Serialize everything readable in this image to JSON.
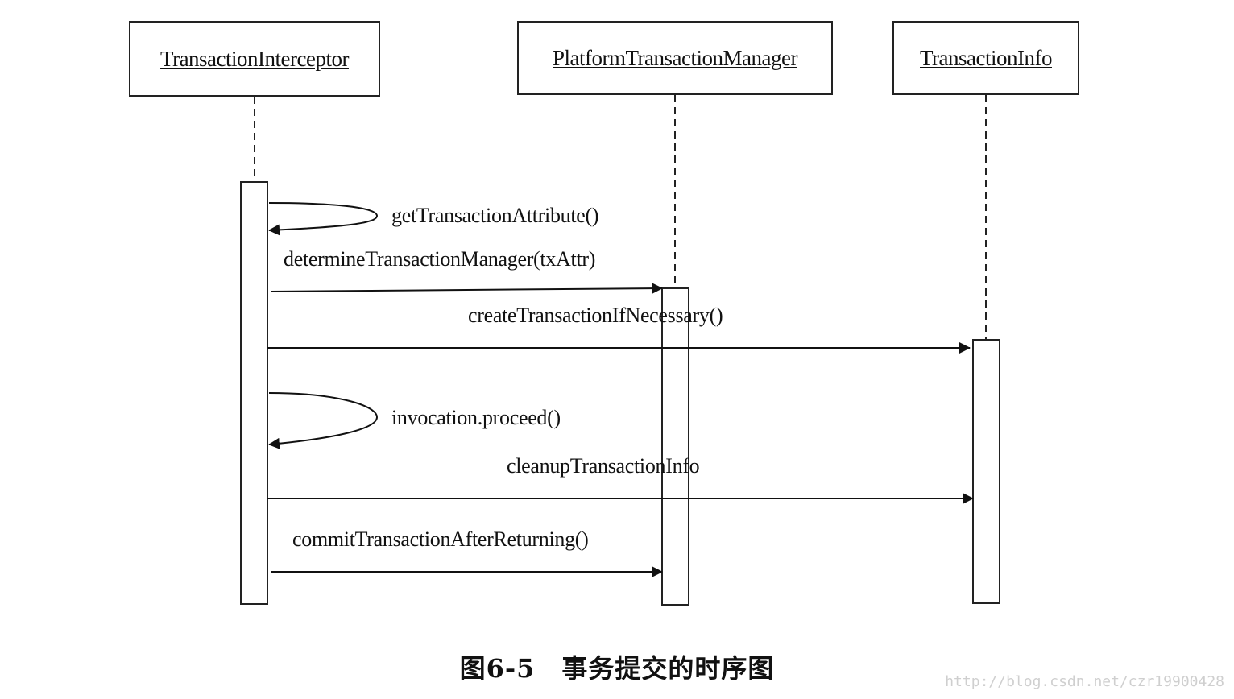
{
  "lifelines": [
    {
      "id": "interceptor",
      "name": "TransactionInterceptor"
    },
    {
      "id": "manager",
      "name": "PlatformTransactionManager"
    },
    {
      "id": "info",
      "name": "TransactionInfo"
    }
  ],
  "messages": [
    {
      "id": "m1",
      "label": "getTransactionAttribute()",
      "from": "interceptor",
      "to": "interceptor"
    },
    {
      "id": "m2",
      "label": "determineTransactionManager(txAttr)",
      "from": "interceptor",
      "to": "manager"
    },
    {
      "id": "m3",
      "label": "createTransactionIfNecessary()",
      "from": "interceptor",
      "to": "info"
    },
    {
      "id": "m4",
      "label": "invocation.proceed()",
      "from": "interceptor",
      "to": "interceptor"
    },
    {
      "id": "m5",
      "label": "cleanupTransactionInfo",
      "from": "interceptor",
      "to": "info"
    },
    {
      "id": "m6",
      "label": "commitTransactionAfterReturning()",
      "from": "interceptor",
      "to": "manager"
    }
  ],
  "caption": "图6-5　事务提交的时序图",
  "watermark": "http://blog.csdn.net/czr19900428"
}
